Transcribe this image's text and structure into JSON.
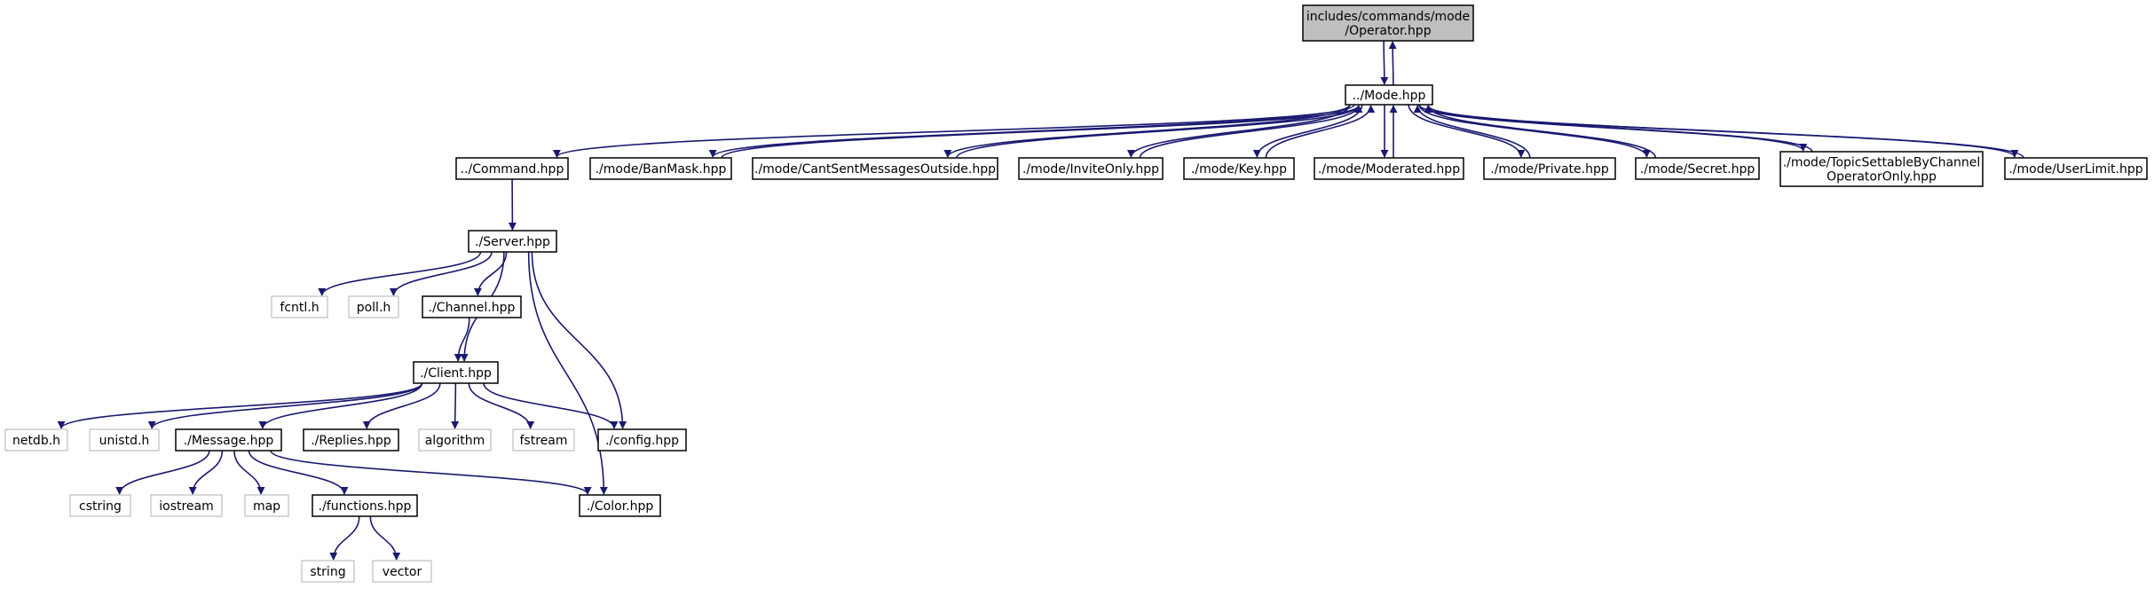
{
  "nodes": [
    {
      "id": "operator",
      "label": [
        "includes/commands/mode",
        "/Operator.hpp"
      ],
      "kind": "root"
    },
    {
      "id": "mode",
      "label": [
        "../Mode.hpp"
      ],
      "kind": "local"
    },
    {
      "id": "command",
      "label": [
        "../Command.hpp"
      ],
      "kind": "local"
    },
    {
      "id": "banmask",
      "label": [
        "./mode/BanMask.hpp"
      ],
      "kind": "local"
    },
    {
      "id": "cantsent",
      "label": [
        "./mode/CantSentMessagesOutside.hpp"
      ],
      "kind": "local"
    },
    {
      "id": "inviteonly",
      "label": [
        "./mode/InviteOnly.hpp"
      ],
      "kind": "local"
    },
    {
      "id": "key",
      "label": [
        "./mode/Key.hpp"
      ],
      "kind": "local"
    },
    {
      "id": "moderated",
      "label": [
        "./mode/Moderated.hpp"
      ],
      "kind": "local"
    },
    {
      "id": "private",
      "label": [
        "./mode/Private.hpp"
      ],
      "kind": "local"
    },
    {
      "id": "secret",
      "label": [
        "./mode/Secret.hpp"
      ],
      "kind": "local"
    },
    {
      "id": "topic",
      "label": [
        "./mode/TopicSettableByChannel",
        "OperatorOnly.hpp"
      ],
      "kind": "local"
    },
    {
      "id": "userlimit",
      "label": [
        "./mode/UserLimit.hpp"
      ],
      "kind": "local"
    },
    {
      "id": "server",
      "label": [
        "./Server.hpp"
      ],
      "kind": "local"
    },
    {
      "id": "fcntl",
      "label": [
        "fcntl.h"
      ],
      "kind": "system"
    },
    {
      "id": "poll",
      "label": [
        "poll.h"
      ],
      "kind": "system"
    },
    {
      "id": "channel",
      "label": [
        "./Channel.hpp"
      ],
      "kind": "local"
    },
    {
      "id": "client",
      "label": [
        "./Client.hpp"
      ],
      "kind": "local"
    },
    {
      "id": "netdb",
      "label": [
        "netdb.h"
      ],
      "kind": "system"
    },
    {
      "id": "unistd",
      "label": [
        "unistd.h"
      ],
      "kind": "system"
    },
    {
      "id": "message",
      "label": [
        "./Message.hpp"
      ],
      "kind": "local"
    },
    {
      "id": "replies",
      "label": [
        "./Replies.hpp"
      ],
      "kind": "local"
    },
    {
      "id": "algorithm",
      "label": [
        "algorithm"
      ],
      "kind": "system"
    },
    {
      "id": "fstream",
      "label": [
        "fstream"
      ],
      "kind": "system"
    },
    {
      "id": "config",
      "label": [
        "./config.hpp"
      ],
      "kind": "local"
    },
    {
      "id": "cstring",
      "label": [
        "cstring"
      ],
      "kind": "system"
    },
    {
      "id": "iostream",
      "label": [
        "iostream"
      ],
      "kind": "system"
    },
    {
      "id": "map",
      "label": [
        "map"
      ],
      "kind": "system"
    },
    {
      "id": "functions",
      "label": [
        "./functions.hpp"
      ],
      "kind": "local"
    },
    {
      "id": "color",
      "label": [
        "./Color.hpp"
      ],
      "kind": "local"
    },
    {
      "id": "string",
      "label": [
        "string"
      ],
      "kind": "system"
    },
    {
      "id": "vector",
      "label": [
        "vector"
      ],
      "kind": "system"
    }
  ],
  "edges": [
    [
      "operator",
      "mode"
    ],
    [
      "mode",
      "operator"
    ],
    [
      "mode",
      "command"
    ],
    [
      "mode",
      "banmask"
    ],
    [
      "banmask",
      "mode"
    ],
    [
      "mode",
      "cantsent"
    ],
    [
      "cantsent",
      "mode"
    ],
    [
      "mode",
      "inviteonly"
    ],
    [
      "inviteonly",
      "mode"
    ],
    [
      "mode",
      "key"
    ],
    [
      "key",
      "mode"
    ],
    [
      "mode",
      "moderated"
    ],
    [
      "moderated",
      "mode"
    ],
    [
      "mode",
      "private"
    ],
    [
      "private",
      "mode"
    ],
    [
      "mode",
      "secret"
    ],
    [
      "secret",
      "mode"
    ],
    [
      "mode",
      "topic"
    ],
    [
      "topic",
      "mode"
    ],
    [
      "mode",
      "userlimit"
    ],
    [
      "userlimit",
      "mode"
    ],
    [
      "command",
      "server"
    ],
    [
      "server",
      "fcntl"
    ],
    [
      "server",
      "poll"
    ],
    [
      "server",
      "channel"
    ],
    [
      "server",
      "client"
    ],
    [
      "server",
      "config"
    ],
    [
      "server",
      "color"
    ],
    [
      "channel",
      "client"
    ],
    [
      "client",
      "netdb"
    ],
    [
      "client",
      "unistd"
    ],
    [
      "client",
      "message"
    ],
    [
      "client",
      "replies"
    ],
    [
      "client",
      "algorithm"
    ],
    [
      "client",
      "fstream"
    ],
    [
      "client",
      "config"
    ],
    [
      "message",
      "cstring"
    ],
    [
      "message",
      "iostream"
    ],
    [
      "message",
      "map"
    ],
    [
      "message",
      "functions"
    ],
    [
      "message",
      "color"
    ],
    [
      "functions",
      "string"
    ],
    [
      "functions",
      "vector"
    ]
  ],
  "colors": {
    "edge": "#191970",
    "root_fill": "#bfbfbf",
    "system_border": "#bfbfbf",
    "local_border": "#000000"
  }
}
